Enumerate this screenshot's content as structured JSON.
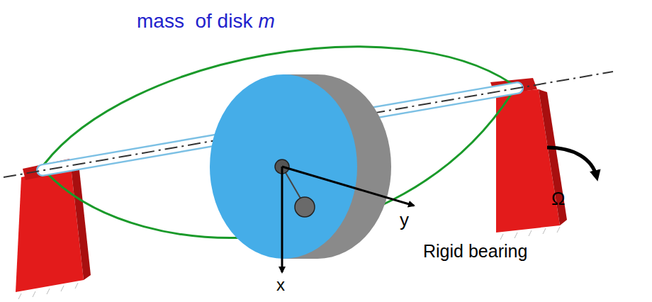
{
  "diagram": {
    "labels": [
      "mass  of disk",
      "m",
      "Ω",
      "y",
      "Rigid bearing",
      "x"
    ]
  }
}
